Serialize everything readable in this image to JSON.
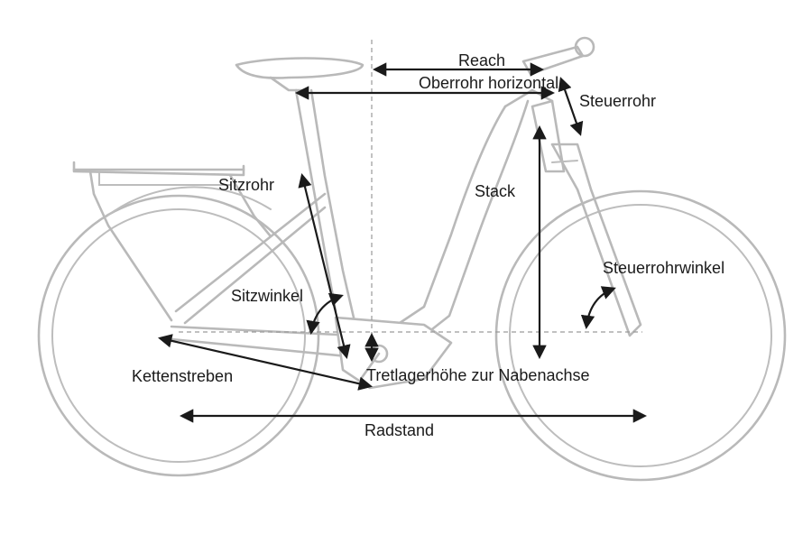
{
  "diagram": {
    "labels": {
      "reach": "Reach",
      "top_tube": "Oberrohr horizontal",
      "head_tube": "Steuerrohr",
      "seat_tube": "Sitzrohr",
      "stack": "Stack",
      "seat_angle": "Sitzwinkel",
      "head_angle": "Steuerrohrwinkel",
      "chainstays": "Kettenstreben",
      "bb_height": "Tretlagerhöhe zur Nabenachse",
      "wheelbase": "Radstand"
    },
    "colors": {
      "bike_outline": "#b9b9b9",
      "measure_lines": "#1a1a1a",
      "guide_lines": "#9a9a9a",
      "background": "#ffffff"
    }
  }
}
